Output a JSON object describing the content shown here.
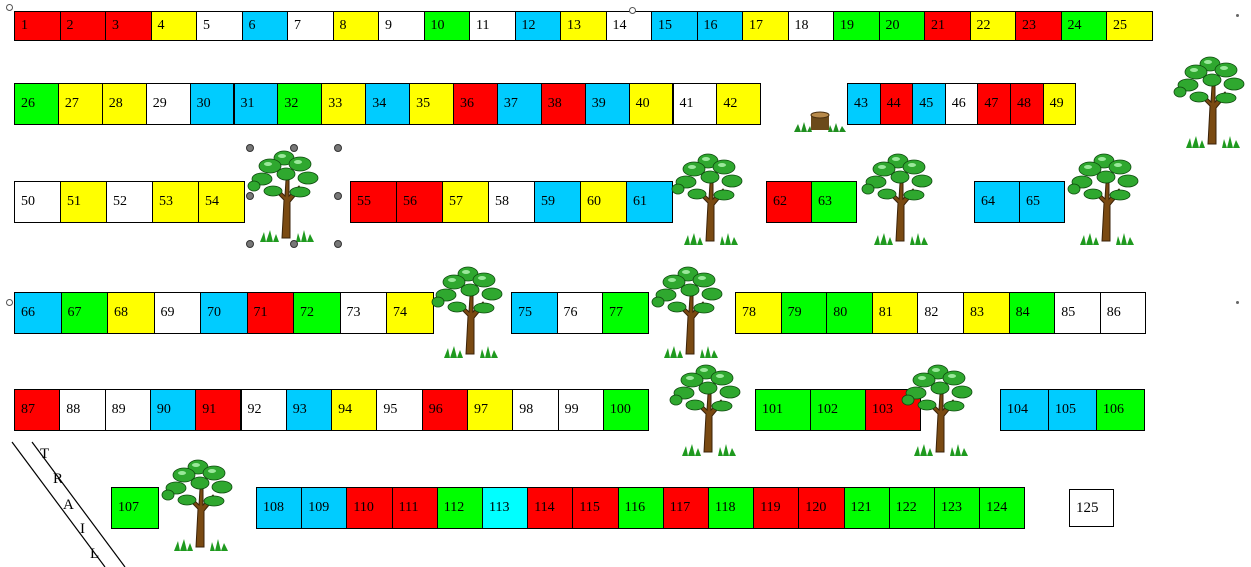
{
  "colors": {
    "red": "#ff0000",
    "yellow": "#ffff00",
    "white": "#ffffff",
    "blue": "#00ccff",
    "green": "#00ff00",
    "cyan": "#00ffff"
  },
  "board": {
    "cells": [
      {
        "n": "1",
        "c": "red"
      },
      {
        "n": "2",
        "c": "red"
      },
      {
        "n": "3",
        "c": "red"
      },
      {
        "n": "4",
        "c": "yellow"
      },
      {
        "n": "5",
        "c": "white"
      },
      {
        "n": "6",
        "c": "blue"
      },
      {
        "n": "7",
        "c": "white"
      },
      {
        "n": "8",
        "c": "yellow"
      },
      {
        "n": "9",
        "c": "white"
      },
      {
        "n": "10",
        "c": "green"
      },
      {
        "n": "11",
        "c": "white"
      },
      {
        "n": "12",
        "c": "blue"
      },
      {
        "n": "13",
        "c": "yellow"
      },
      {
        "n": "14",
        "c": "white"
      },
      {
        "n": "15",
        "c": "blue"
      },
      {
        "n": "16",
        "c": "blue"
      },
      {
        "n": "17",
        "c": "yellow"
      },
      {
        "n": "18",
        "c": "white"
      },
      {
        "n": "19",
        "c": "green"
      },
      {
        "n": "20",
        "c": "green"
      },
      {
        "n": "21",
        "c": "red"
      },
      {
        "n": "22",
        "c": "yellow"
      },
      {
        "n": "23",
        "c": "red"
      },
      {
        "n": "24",
        "c": "green"
      },
      {
        "n": "25",
        "c": "yellow"
      },
      {
        "n": "26",
        "c": "green"
      },
      {
        "n": "27",
        "c": "yellow"
      },
      {
        "n": "28",
        "c": "yellow"
      },
      {
        "n": "29",
        "c": "white"
      },
      {
        "n": "30",
        "c": "blue"
      },
      {
        "n": "31",
        "c": "blue"
      },
      {
        "n": "32",
        "c": "green"
      },
      {
        "n": "33",
        "c": "yellow"
      },
      {
        "n": "34",
        "c": "blue"
      },
      {
        "n": "35",
        "c": "yellow"
      },
      {
        "n": "36",
        "c": "red"
      },
      {
        "n": "37",
        "c": "blue"
      },
      {
        "n": "38",
        "c": "red"
      },
      {
        "n": "39",
        "c": "blue"
      },
      {
        "n": "40",
        "c": "yellow"
      },
      {
        "n": "41",
        "c": "white"
      },
      {
        "n": "42",
        "c": "yellow"
      },
      {
        "n": "43",
        "c": "blue"
      },
      {
        "n": "44",
        "c": "red"
      },
      {
        "n": "45",
        "c": "blue"
      },
      {
        "n": "46",
        "c": "white"
      },
      {
        "n": "47",
        "c": "red"
      },
      {
        "n": "48",
        "c": "red"
      },
      {
        "n": "49",
        "c": "yellow"
      },
      {
        "n": "50",
        "c": "white"
      },
      {
        "n": "51",
        "c": "yellow"
      },
      {
        "n": "52",
        "c": "white"
      },
      {
        "n": "53",
        "c": "yellow"
      },
      {
        "n": "54",
        "c": "yellow"
      },
      {
        "n": "55",
        "c": "red"
      },
      {
        "n": "56",
        "c": "red"
      },
      {
        "n": "57",
        "c": "yellow"
      },
      {
        "n": "58",
        "c": "white"
      },
      {
        "n": "59",
        "c": "blue"
      },
      {
        "n": "60",
        "c": "yellow"
      },
      {
        "n": "61",
        "c": "blue"
      },
      {
        "n": "62",
        "c": "red"
      },
      {
        "n": "63",
        "c": "green"
      },
      {
        "n": "64",
        "c": "blue"
      },
      {
        "n": "65",
        "c": "blue"
      },
      {
        "n": "66",
        "c": "blue"
      },
      {
        "n": "67",
        "c": "green"
      },
      {
        "n": "68",
        "c": "yellow"
      },
      {
        "n": "69",
        "c": "white"
      },
      {
        "n": "70",
        "c": "blue"
      },
      {
        "n": "71",
        "c": "red"
      },
      {
        "n": "72",
        "c": "green"
      },
      {
        "n": "73",
        "c": "white"
      },
      {
        "n": "74",
        "c": "yellow"
      },
      {
        "n": "75",
        "c": "blue"
      },
      {
        "n": "76",
        "c": "white"
      },
      {
        "n": "77",
        "c": "green"
      },
      {
        "n": "78",
        "c": "yellow"
      },
      {
        "n": "79",
        "c": "green"
      },
      {
        "n": "80",
        "c": "green"
      },
      {
        "n": "81",
        "c": "yellow"
      },
      {
        "n": "82",
        "c": "white"
      },
      {
        "n": "83",
        "c": "yellow"
      },
      {
        "n": "84",
        "c": "green"
      },
      {
        "n": "85",
        "c": "white"
      },
      {
        "n": "86",
        "c": "white"
      },
      {
        "n": "87",
        "c": "red"
      },
      {
        "n": "88",
        "c": "white"
      },
      {
        "n": "89",
        "c": "white"
      },
      {
        "n": "90",
        "c": "blue"
      },
      {
        "n": "91",
        "c": "red"
      },
      {
        "n": "92",
        "c": "white"
      },
      {
        "n": "93",
        "c": "blue"
      },
      {
        "n": "94",
        "c": "yellow"
      },
      {
        "n": "95",
        "c": "white"
      },
      {
        "n": "96",
        "c": "red"
      },
      {
        "n": "97",
        "c": "yellow"
      },
      {
        "n": "98",
        "c": "white"
      },
      {
        "n": "99",
        "c": "white"
      },
      {
        "n": "100",
        "c": "green"
      },
      {
        "n": "101",
        "c": "green"
      },
      {
        "n": "102",
        "c": "green"
      },
      {
        "n": "103",
        "c": "red"
      },
      {
        "n": "104",
        "c": "blue"
      },
      {
        "n": "105",
        "c": "blue"
      },
      {
        "n": "106",
        "c": "green"
      },
      {
        "n": "107",
        "c": "green"
      },
      {
        "n": "108",
        "c": "blue"
      },
      {
        "n": "109",
        "c": "blue"
      },
      {
        "n": "110",
        "c": "red"
      },
      {
        "n": "111",
        "c": "red"
      },
      {
        "n": "112",
        "c": "green"
      },
      {
        "n": "113",
        "c": "cyan"
      },
      {
        "n": "114",
        "c": "red"
      },
      {
        "n": "115",
        "c": "red"
      },
      {
        "n": "116",
        "c": "green"
      },
      {
        "n": "117",
        "c": "red"
      },
      {
        "n": "118",
        "c": "green"
      },
      {
        "n": "119",
        "c": "red"
      },
      {
        "n": "120",
        "c": "red"
      },
      {
        "n": "121",
        "c": "green"
      },
      {
        "n": "122",
        "c": "green"
      },
      {
        "n": "123",
        "c": "green"
      },
      {
        "n": "124",
        "c": "green"
      },
      {
        "n": "125",
        "c": "white"
      }
    ]
  },
  "trail_sign": {
    "letters": [
      "T",
      "R",
      "A",
      "I",
      "L"
    ]
  },
  "icons": {
    "tree": "tree-icon",
    "stump": "stump-icon"
  }
}
